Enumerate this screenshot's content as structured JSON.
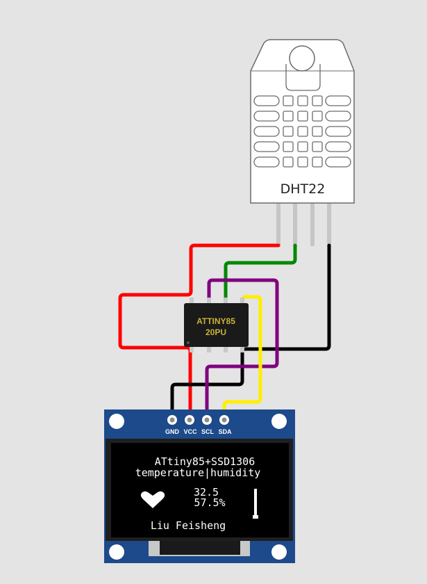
{
  "sensor": {
    "label": "DHT22"
  },
  "chip": {
    "line1": "ATTINY85",
    "line2": "20PU"
  },
  "display_module": {
    "pins": [
      {
        "label": "GND"
      },
      {
        "label": "VCC"
      },
      {
        "label": "SCL"
      },
      {
        "label": "SDA"
      }
    ],
    "screen": {
      "title": "ATtiny85+SSD1306",
      "subtitle": "temperature|humidity",
      "temperature": "32.5",
      "humidity": "57.5%",
      "author": "Liu Feisheng"
    }
  },
  "colors": {
    "wire_vcc": "#ff0000",
    "wire_gnd": "#000000",
    "wire_data": "#008800",
    "wire_scl": "#800080",
    "wire_sda": "#ffee00",
    "board": "#1c4a8a",
    "chip": "#1a1a1a",
    "sensor_body": "#ffffff"
  }
}
